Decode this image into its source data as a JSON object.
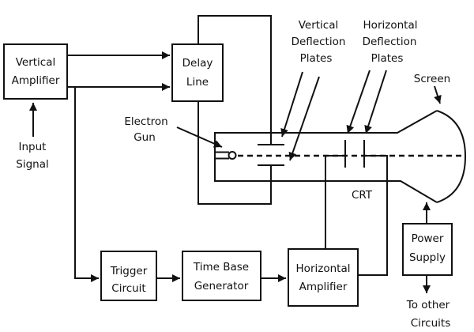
{
  "blocks": {
    "vertical_amplifier": {
      "line1": "Vertical",
      "line2": "Amplifier"
    },
    "delay_line": {
      "line1": "Delay",
      "line2": "Line"
    },
    "trigger_circuit": {
      "line1": "Trigger",
      "line2": "Circuit"
    },
    "time_base_generator": {
      "line1": "Time Base",
      "line2": "Generator"
    },
    "horizontal_amplifier": {
      "line1": "Horizontal",
      "line2": "Amplifier"
    },
    "power_supply": {
      "line1": "Power",
      "line2": "Supply"
    }
  },
  "labels": {
    "input_signal": {
      "line1": "Input",
      "line2": "Signal"
    },
    "electron_gun": {
      "line1": "Electron",
      "line2": "Gun"
    },
    "vertical_deflection_plates": {
      "line1": "Vertical",
      "line2": "Deflection",
      "line3": "Plates"
    },
    "horizontal_deflection_plates": {
      "line1": "Horizontal",
      "line2": "Deflection",
      "line3": "Plates"
    },
    "screen": "Screen",
    "crt": "CRT",
    "to_other_circuits": {
      "line1": "To other",
      "line2": "Circuits"
    }
  },
  "colors": {
    "line": "#111111",
    "background": "#ffffff"
  }
}
